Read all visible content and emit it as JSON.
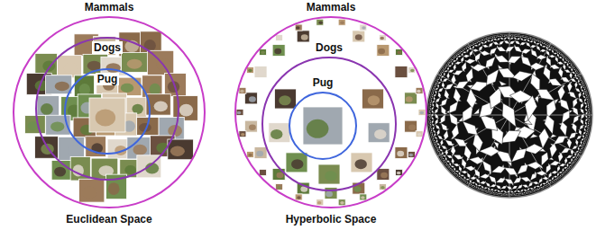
{
  "diagram": {
    "nodes": [
      {
        "text": [
          "Mammals"
        ]
      },
      {
        "text": [
          "Dogs"
        ],
        "in": 0
      },
      {
        "text": [
          "Pug"
        ],
        "in": 1
      },
      {
        "text": [
          "Mammals"
        ]
      },
      {
        "text": [
          "Dogs"
        ],
        "in": 3
      },
      {
        "text": [
          "Pug"
        ],
        "in": 4
      }
    ],
    "labels": [
      "Euclidean Space",
      "Hyperbolic Space"
    ]
  }
}
